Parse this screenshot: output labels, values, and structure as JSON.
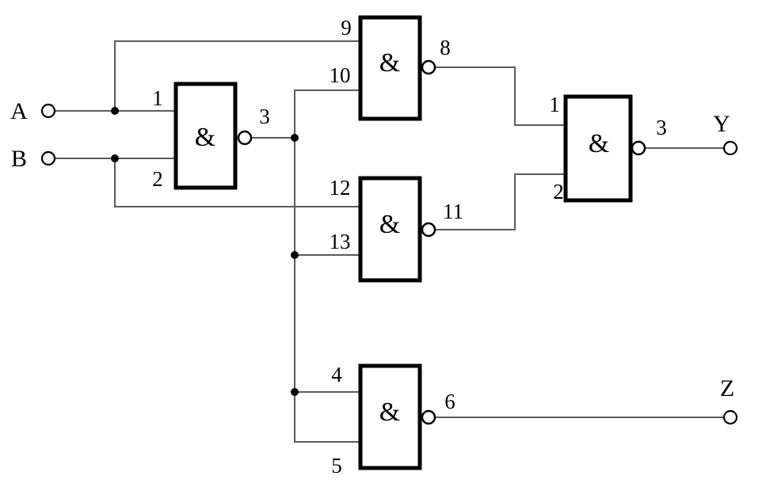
{
  "gate_symbol": "&",
  "inputs": {
    "a": "A",
    "b": "B"
  },
  "outputs": {
    "y": "Y",
    "z": "Z"
  },
  "gate1": {
    "in1": "1",
    "in2": "2",
    "out": "3"
  },
  "gate2": {
    "in1": "9",
    "in2": "10",
    "out": "8"
  },
  "gate3": {
    "in1": "12",
    "in2": "13",
    "out": "11"
  },
  "gate4": {
    "in1": "4",
    "in2": "5",
    "out": "6"
  },
  "gate5": {
    "in1": "1",
    "in2": "2",
    "out": "3"
  }
}
